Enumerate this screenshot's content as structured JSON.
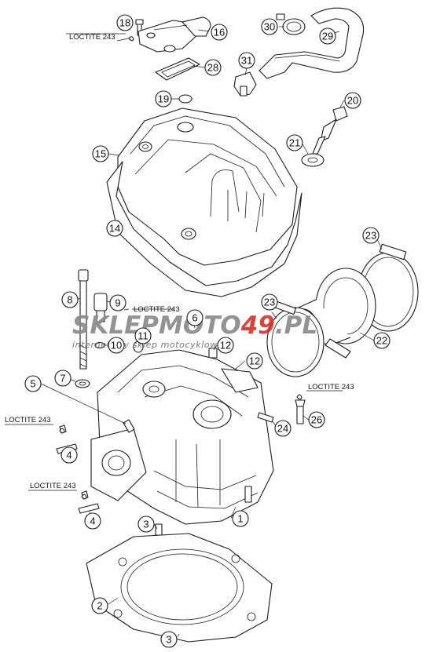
{
  "diagram": {
    "callouts": [
      "18",
      "16",
      "30",
      "29",
      "28",
      "31",
      "19",
      "20",
      "15",
      "21",
      "14",
      "23",
      "8",
      "9",
      "10",
      "6",
      "11",
      "12",
      "12",
      "23",
      "22",
      "7",
      "5",
      "24",
      "26",
      "4",
      "4",
      "3",
      "1",
      "2",
      "3"
    ],
    "loctite_labels": [
      "LOCTITE 243",
      "LOCTITE 243",
      "LOCTITE 243",
      "LOCTITE 243",
      "LOCTITE 243"
    ]
  },
  "watermark": {
    "brand_left": "SKLEPMOTO",
    "brand_digits": "49",
    "brand_right": ".PL",
    "tagline": "internetowy sklep motocyklowy"
  },
  "colors": {
    "line": "#1a1a1a",
    "watermark_dark": "#8a8a8a",
    "watermark_red": "#d9322a"
  }
}
